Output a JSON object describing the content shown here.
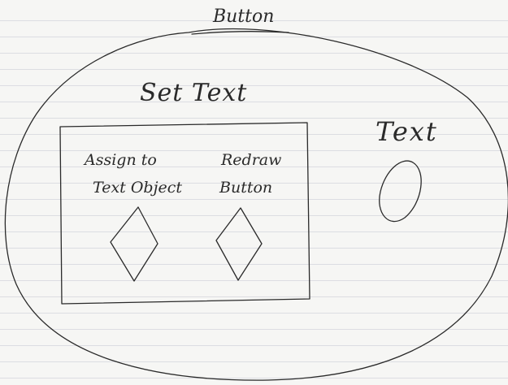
{
  "diagram": {
    "outer_label": "Button",
    "group_label": "Set Text",
    "side_label": "Text",
    "actions": [
      {
        "line1": "Assign to",
        "line2": "Text Object"
      },
      {
        "line1": "Redraw",
        "line2": "Button"
      }
    ]
  },
  "colors": {
    "ink": "#2a2a2a",
    "paper": "#f6f6f4",
    "rule_lines": "#dcdde2"
  }
}
